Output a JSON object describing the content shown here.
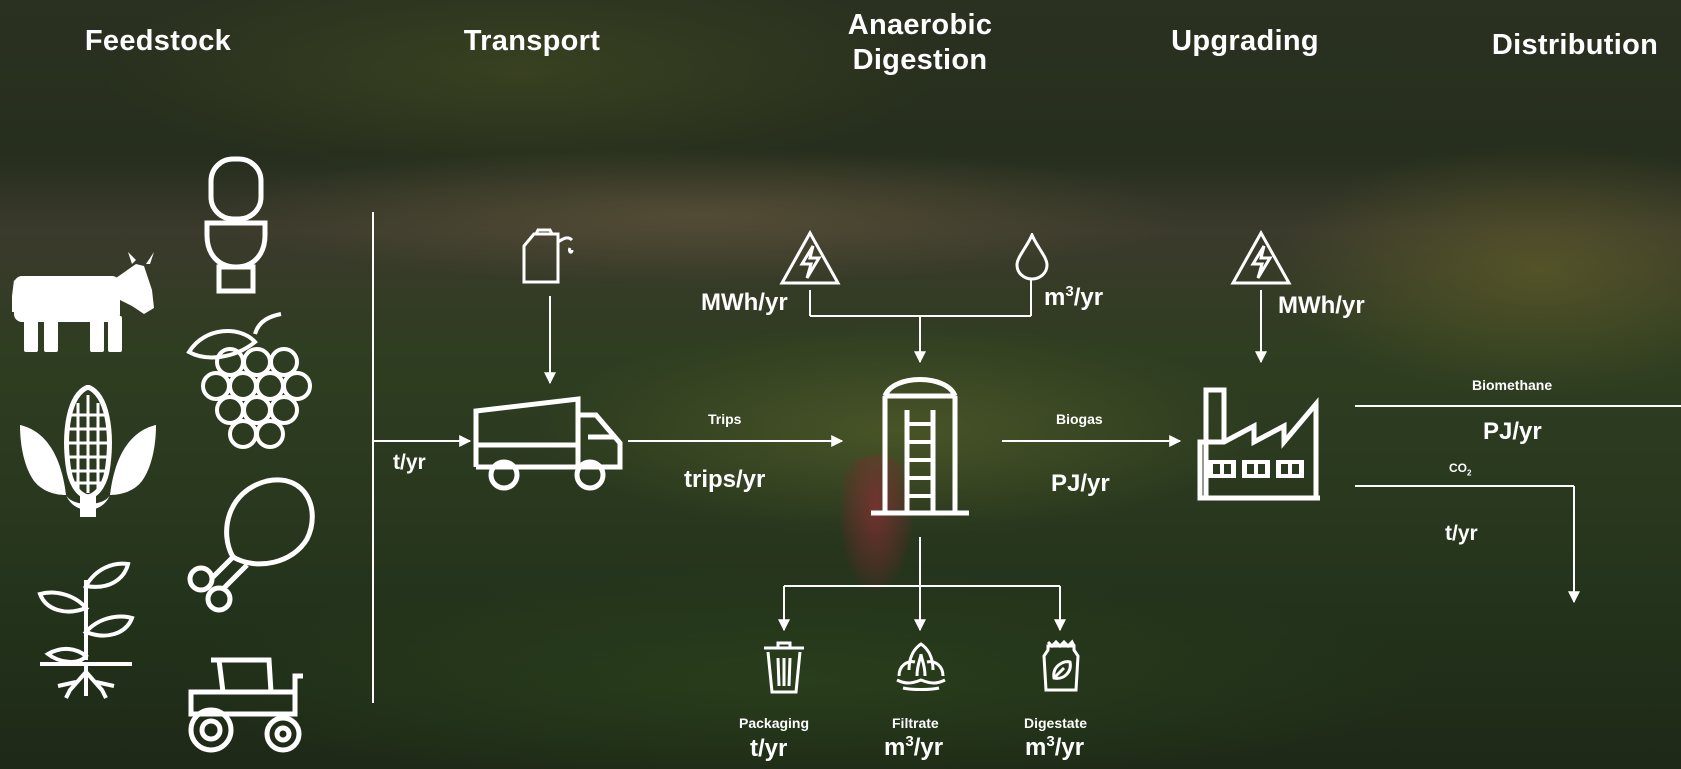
{
  "stages": {
    "feedstock": "Feedstock",
    "transport": "Transport",
    "digestion_line1": "Anaerobic",
    "digestion_line2": "Digestion",
    "upgrading": "Upgrading",
    "distribution": "Distribution"
  },
  "labels": {
    "feedstock_rate": "t/yr",
    "trips_caption": "Trips",
    "trips_unit": "trips/yr",
    "ad_electricity_unit": "MWh/yr",
    "ad_water_unit_base": "m",
    "ad_water_unit_sup": "3",
    "ad_water_unit_tail": "/yr",
    "biogas_caption": "Biogas",
    "biogas_unit": "PJ/yr",
    "upgrading_electricity_unit": "MWh/yr",
    "biomethane_caption": "Biomethane",
    "biomethane_unit": "PJ/yr",
    "co2_caption_base": "CO",
    "co2_caption_sub": "2",
    "co2_unit": "t/yr",
    "packaging_caption": "Packaging",
    "packaging_unit": "t/yr",
    "filtrate_caption": "Filtrate",
    "filtrate_unit_base": "m",
    "filtrate_unit_sup": "3",
    "filtrate_unit_tail": "/yr",
    "digestate_caption": "Digestate",
    "digestate_unit_base": "m",
    "digestate_unit_sup": "3",
    "digestate_unit_tail": "/yr"
  },
  "icons": [
    "cow-icon",
    "toilet-icon",
    "corn-icon",
    "grapes-icon",
    "plant-icon",
    "chicken-leg-icon",
    "tractor-icon",
    "fuel-can-icon",
    "dump-truck-icon",
    "electricity-hazard-icon",
    "water-drop-icon",
    "digester-silo-icon",
    "factory-icon",
    "trash-bin-icon",
    "fountain-icon",
    "fertilizer-bag-icon"
  ],
  "colors": {
    "foreground": "#ffffff"
  }
}
